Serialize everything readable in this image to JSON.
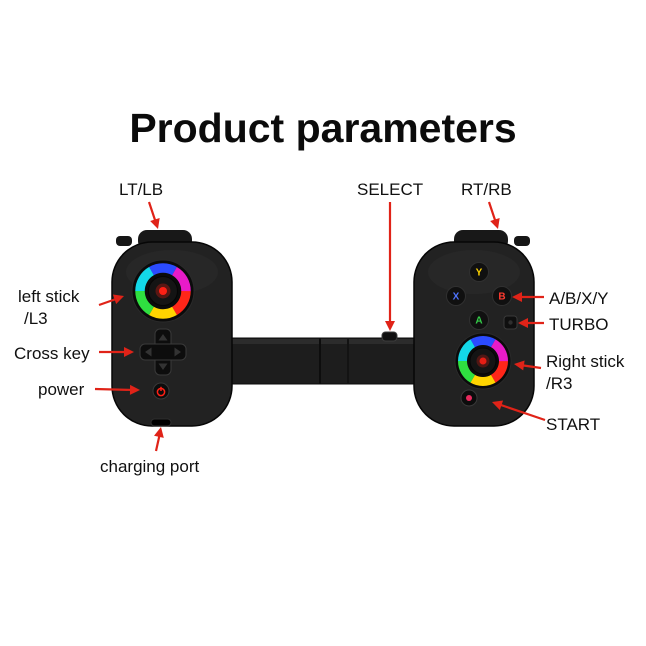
{
  "page": {
    "title": "Product parameters"
  },
  "colors": {
    "background": "#ffffff",
    "annotation_arrow": "#e02318",
    "label_text": "#101010",
    "controller_body": "#212121",
    "button_y": "#ffd400",
    "button_x": "#4f74ff",
    "button_b": "#ff3b30",
    "button_a": "#35d14a",
    "rgb_ring": [
      "#ff2619",
      "#ffd400",
      "#2fe040",
      "#13d8e8",
      "#2b4bff",
      "#e81bc8"
    ]
  },
  "labels": {
    "lt_lb": "LT/LB",
    "select": "SELECT",
    "rt_rb": "RT/RB",
    "left_stick_line1": "left stick",
    "left_stick_line2": "/L3",
    "cross_key": "Cross key",
    "power": "power",
    "charging_port": "charging port",
    "abxy": "A/B/X/Y",
    "turbo": "TURBO",
    "right_stick_line1": "Right stick",
    "right_stick_line2": "/R3",
    "start": "START"
  },
  "controller": {
    "buttons": {
      "y": "Y",
      "x": "X",
      "b": "B",
      "a": "A"
    }
  }
}
